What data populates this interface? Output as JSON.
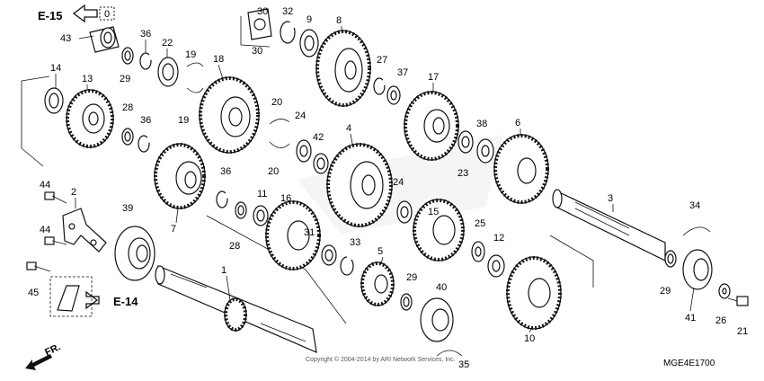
{
  "refs": {
    "top_ref": "E-15",
    "bottom_ref": "E-14",
    "direction": "FR."
  },
  "diagram_code": "MGE4E1700",
  "copyright": "Copyright © 2004-2014 by ARI Network Services, Inc.",
  "callouts": [
    "1",
    "2",
    "3",
    "4",
    "5",
    "6",
    "7",
    "8",
    "9",
    "10",
    "11",
    "12",
    "13",
    "14",
    "15",
    "16",
    "17",
    "18",
    "19",
    "20",
    "21",
    "22",
    "23",
    "24",
    "25",
    "26",
    "27",
    "28",
    "29",
    "30",
    "31",
    "32",
    "33",
    "34",
    "35",
    "36",
    "37",
    "38",
    "39",
    "40",
    "41",
    "42",
    "43",
    "44",
    "45"
  ],
  "repeated_callouts": {
    "19b": "19",
    "20b": "20",
    "24b": "24",
    "28b": "28",
    "29b": "29",
    "29c": "29",
    "36b": "36",
    "36c": "36",
    "44b": "44"
  },
  "icons": {
    "arrow_icon": "hollow-arrow-icon",
    "direction_icon": "front-arrow-icon"
  }
}
